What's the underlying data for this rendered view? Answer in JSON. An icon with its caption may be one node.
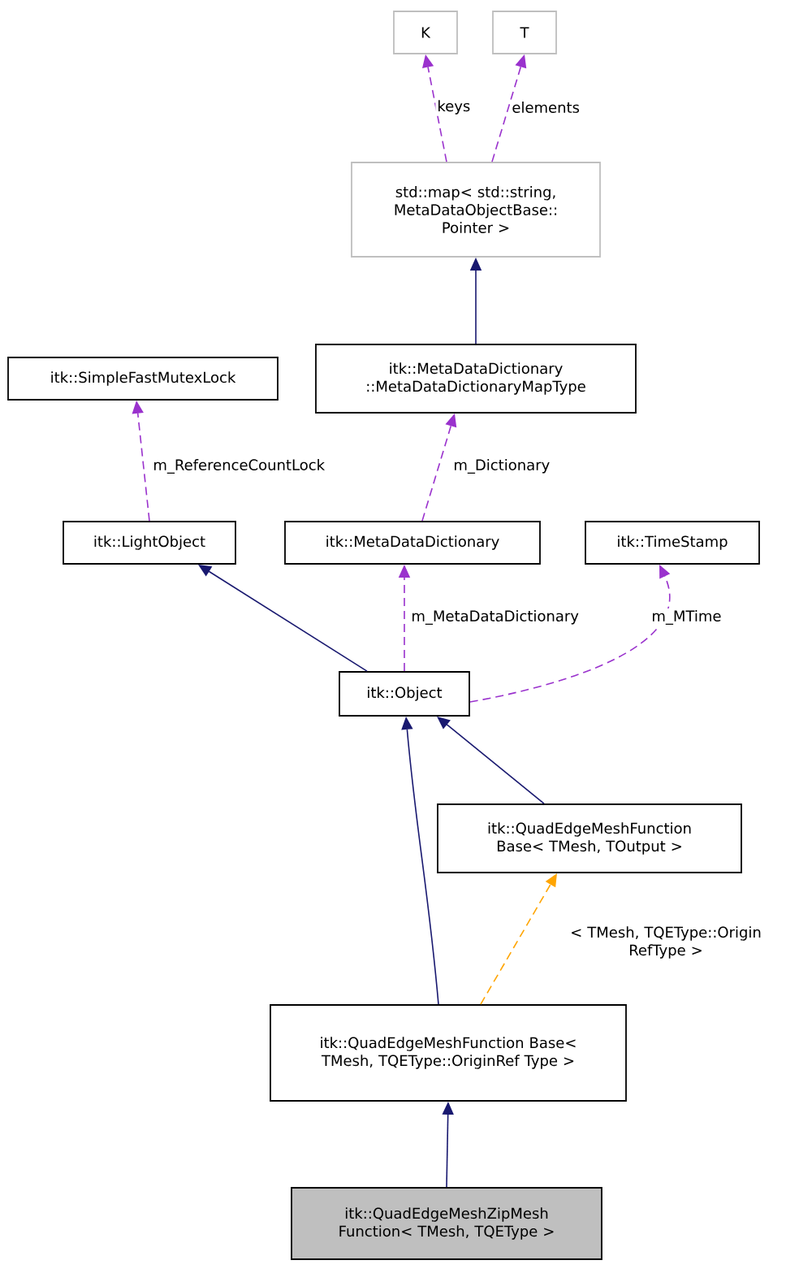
{
  "diagram": {
    "nodes": [
      {
        "text": [
          "K"
        ]
      },
      {
        "text": [
          "T"
        ]
      },
      {
        "text": [
          "std::map< std::string, MetaDataObjectBase:: Pointer >"
        ]
      },
      {
        "text": [
          "itk::SimpleFastMutexLock"
        ]
      },
      {
        "text": [
          "itk::MetaDataDictionary ::MetaDataDictionaryMapType"
        ]
      },
      {
        "text": [
          "itk::LightObject"
        ]
      },
      {
        "text": [
          "itk::MetaDataDictionary"
        ]
      },
      {
        "text": [
          "itk::TimeStamp"
        ]
      },
      {
        "text": [
          "itk::Object"
        ]
      },
      {
        "text": [
          "itk::QuadEdgeMeshFunction Base< TMesh, TOutput >"
        ]
      },
      {
        "text": [
          "itk::QuadEdgeMeshFunction Base< TMesh, TQEType::OriginRef Type >"
        ]
      },
      {
        "text": [
          "itk::QuadEdgeMeshZipMesh Function< TMesh, TQEType >"
        ]
      }
    ],
    "edges": [
      {
        "from": 2,
        "to": 0,
        "arrow": "to",
        "label": "keys",
        "style": "dashed"
      },
      {
        "from": 2,
        "to": 1,
        "arrow": "to",
        "label": "elements",
        "style": "dashed"
      },
      {
        "from": 4,
        "to": 2,
        "arrow": "to",
        "color": "#191970"
      },
      {
        "from": 5,
        "to": 3,
        "arrow": "to",
        "label": "m_ReferenceCountLock",
        "style": "dashed"
      },
      {
        "from": 6,
        "to": 4,
        "arrow": "to",
        "label": "m_Dictionary",
        "style": "dashed"
      },
      {
        "from": 8,
        "to": 5,
        "arrow": "to",
        "color": "#191970"
      },
      {
        "from": 8,
        "to": 6,
        "arrow": "to",
        "label": "m_MetaDataDictionary",
        "style": "dashed"
      },
      {
        "from": 8,
        "to": 7,
        "arrow": "to",
        "label": "m_MTime",
        "style": "dashed"
      },
      {
        "from": 10,
        "to": 8,
        "arrow": "to",
        "color": "#191970"
      },
      {
        "from": 9,
        "to": 8,
        "arrow": "to",
        "color": "#191970"
      },
      {
        "from": 10,
        "to": 9,
        "arrow": "to",
        "label": "< TMesh, TQEType::Origin RefType >",
        "style": "dashed",
        "color": "#ffa500"
      },
      {
        "from": 11,
        "to": 10,
        "arrow": "to",
        "color": "#191970"
      }
    ]
  }
}
